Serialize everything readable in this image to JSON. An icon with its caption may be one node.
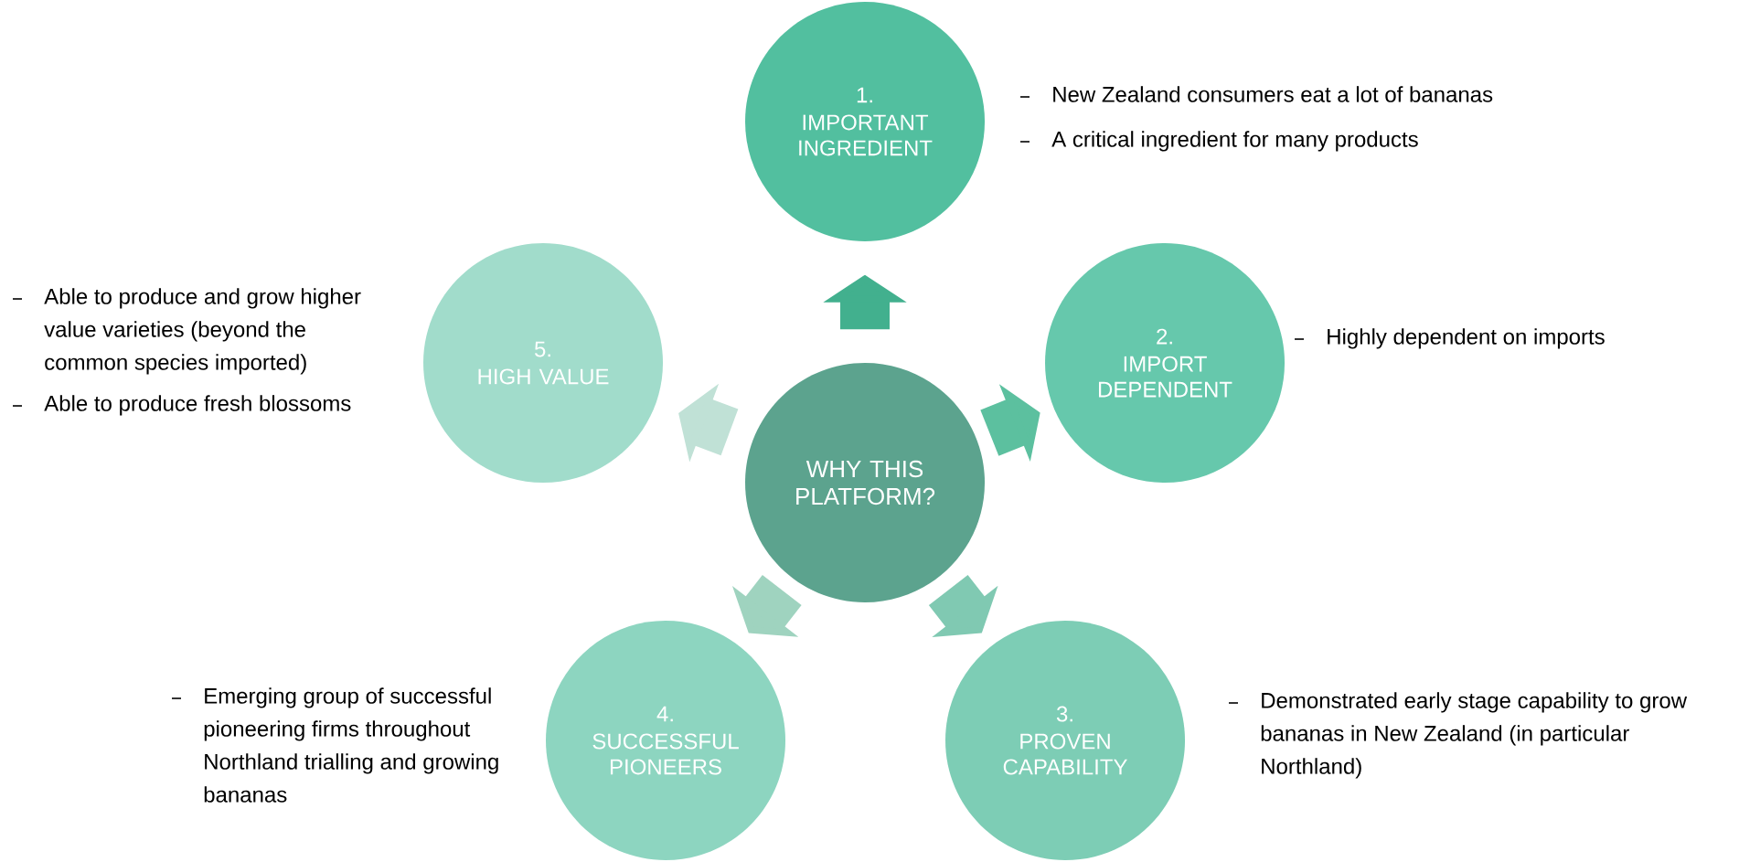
{
  "diagram": {
    "nodes": [
      {
        "text": [
          "WHY THIS PLATFORM?"
        ]
      },
      {
        "text": [
          "1.",
          "IMPORTANT INGREDIENT"
        ],
        "beside": [
          "New Zealand consumers eat a lot of bananas",
          "A critical ingredient for many products"
        ]
      },
      {
        "text": [
          "2.",
          "IMPORT DEPENDENT"
        ],
        "beside": [
          "Highly dependent on imports"
        ]
      },
      {
        "text": [
          "3.",
          "PROVEN CAPABILITY"
        ],
        "beside": [
          "Demonstrated early stage capability to grow bananas in New Zealand (in particular Northland)"
        ]
      },
      {
        "text": [
          "4.",
          "SUCCESSFUL PIONEERS"
        ],
        "beside": [
          "Emerging group of successful pioneering firms throughout Northland trialling and growing bananas"
        ]
      },
      {
        "text": [
          "5.",
          "HIGH VALUE"
        ],
        "beside": [
          "Able to produce and grow higher value varieties (beyond the common species imported)",
          "Able to produce fresh blossoms"
        ]
      }
    ],
    "edges": [
      {
        "from": 0,
        "to": 1,
        "arrow": "to",
        "color": "#42b08e"
      },
      {
        "from": 0,
        "to": 2,
        "arrow": "to",
        "color": "#5cc09f"
      },
      {
        "from": 0,
        "to": 3,
        "arrow": "to",
        "color": "#80c9b2"
      },
      {
        "from": 0,
        "to": 4,
        "arrow": "to",
        "color": "#9fd3bf"
      },
      {
        "from": 0,
        "to": 5,
        "arrow": "to",
        "color": "#c0e1d6"
      }
    ]
  }
}
